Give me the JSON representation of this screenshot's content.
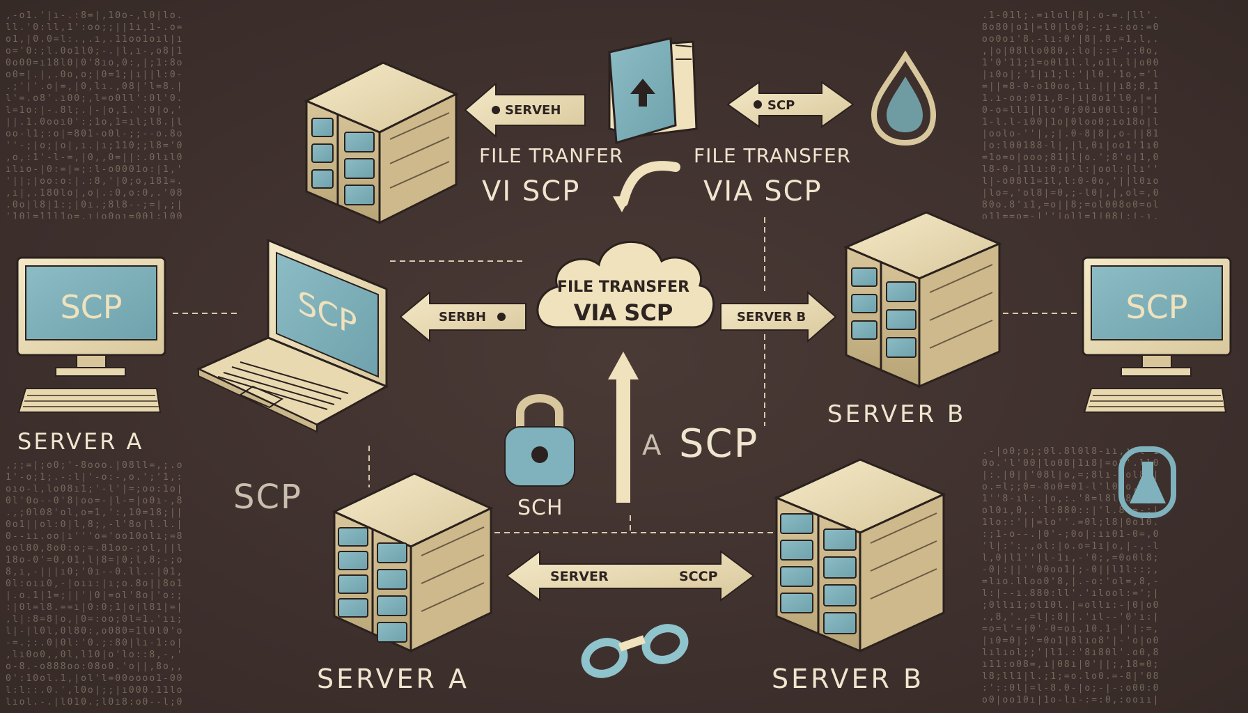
{
  "diagram": {
    "top_server_arrow_label": "SERVEH",
    "top_book_arrow_label": "SCP",
    "top_left_caption_line1": "FILE TRANFER",
    "top_left_caption_line2": "VI SCP",
    "top_right_caption_line1": "FILE TRANSFER",
    "top_right_caption_line2": "VIA SCP",
    "cloud_line1": "FILE TRANSFER",
    "cloud_line2": "VIA SCP",
    "left_arrow_label": "SERBH",
    "right_arrow_label": "SERVER B",
    "left_monitor_screen": "SCP",
    "laptop_screen": "SCP",
    "right_monitor_screen": "SCP",
    "left_monitor_caption": "SERVER A",
    "right_server_caption": "SERVER B",
    "floating_scp_left": "SCP",
    "floating_scp_center": "SCP",
    "floating_scp_prefix": "A",
    "lock_caption": "SCH",
    "bottom_arrow_left_label": "SERVER",
    "bottom_arrow_right_label": "SCCP",
    "bottom_left_caption": "SERVER A",
    "bottom_right_caption": "SERVER B",
    "colors": {
      "background": "#41322f",
      "cream": "#efe2bd",
      "teal": "#7fb2bd",
      "text": "#efe6cf"
    }
  }
}
